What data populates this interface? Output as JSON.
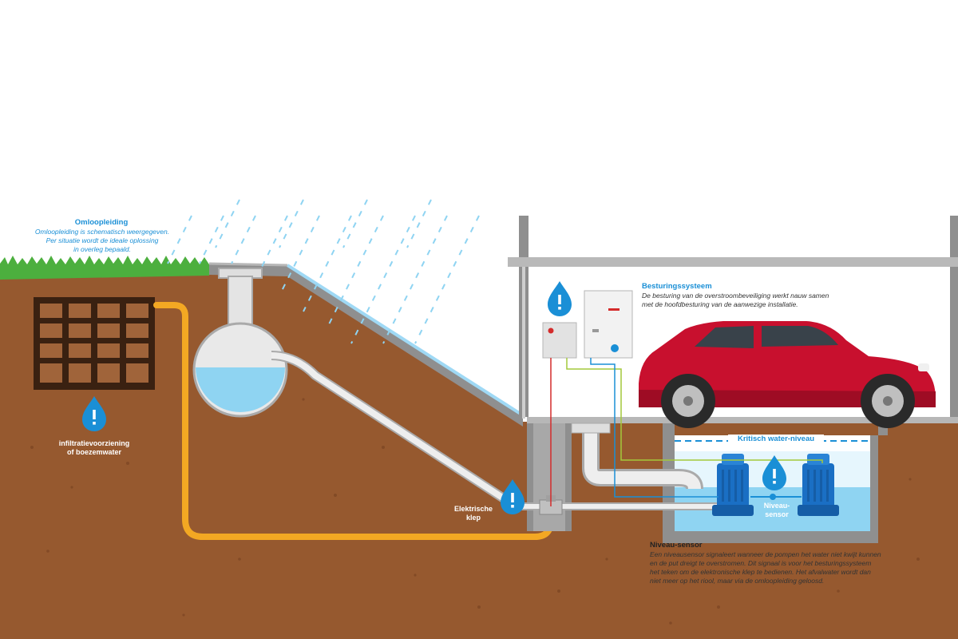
{
  "omloopleiding": {
    "title": "Omloopleiding",
    "lines": [
      "Omloopleiding is schematisch weergegeven.",
      "Per situatie wordt de ideale oplossing",
      "in overleg bepaald."
    ]
  },
  "infiltratie": {
    "lines": [
      "infiltratievoorziening",
      "of boezemwater"
    ]
  },
  "klep": {
    "lines": [
      "Elektrische",
      "klep"
    ]
  },
  "besturing": {
    "title": "Besturingssysteem",
    "lines": [
      "De besturing van de overstroombeveiliging werkt nauw samen",
      "met de hoofdbesturing van de aanwezige installatie."
    ]
  },
  "kritisch": {
    "label": "Kritisch water-niveau"
  },
  "niveau_label": {
    "lines": [
      "Niveau-",
      "sensor"
    ]
  },
  "niveausensor": {
    "title": "Niveau-sensor",
    "lines": [
      "Een niveausensor signaleert wanneer de pompen het water niet kwijt kunnen",
      "en de  put dreigt te overstromen. Dit signaal is voor het besturingssysteem",
      "het teken om de elektronische klep te bedienen. Het afvalwater wordt dan",
      "niet meer op het riool, maar via de omloopleiding geloosd."
    ]
  },
  "icons": [
    "info-drop-icon",
    "grass",
    "rain",
    "crate",
    "car",
    "pump",
    "control-box",
    "manhole-tank"
  ],
  "colors": {
    "soil": "#96592f",
    "grass": "#4caf3e",
    "water": "#8fd4f2",
    "blue": "#1a8fd6",
    "bypass_pipe": "#f3a823",
    "wall_grey": "#8f8f8f",
    "car_red": "#c8102e",
    "pump_blue": "#1a6fc4"
  }
}
